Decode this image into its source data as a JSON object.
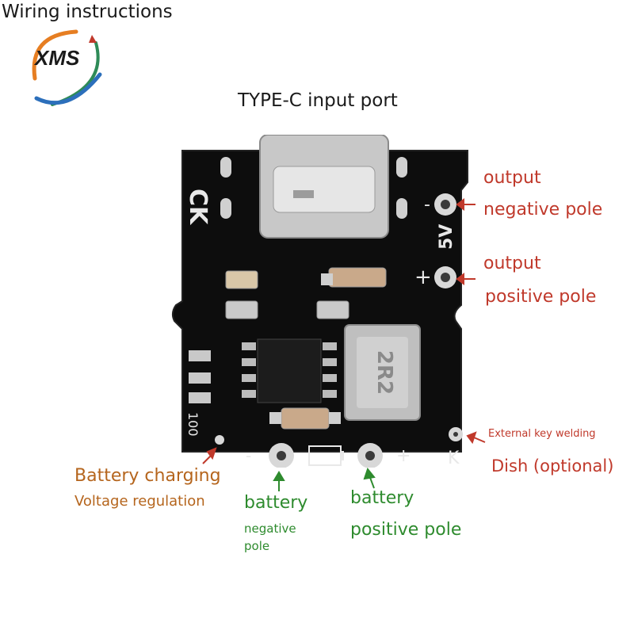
{
  "header": {
    "title": "Wiring instructions",
    "logo_text": "XMS"
  },
  "labels": {
    "typec": "TYPE-C input port",
    "out_neg_1": "output",
    "out_neg_2": "negative pole",
    "out_pos_1": "output",
    "out_pos_2": "positive pole",
    "ext_key": "External key welding",
    "dish": "Dish (optional)",
    "batt_charging": "Battery charging",
    "volt_reg": "Voltage regulation",
    "batt_neg_1": "battery",
    "batt_neg_2": "negative",
    "batt_neg_3": "pole",
    "batt_pos_1": "battery",
    "batt_pos_2": "positive pole"
  },
  "board": {
    "silk_ck": "CK",
    "silk_5v": "5V",
    "silk_minus_top": "-",
    "silk_plus_top": "+",
    "silk_100": "100",
    "silk_minus_bottom": "-",
    "silk_plus_bottom": "+",
    "silk_k": "K",
    "inductor_marking": "2R2"
  },
  "colors": {
    "label_red": "#c0392b",
    "label_brown": "#b5651d",
    "label_green": "#2e8b2e",
    "pcb": "#0d0d0d"
  }
}
